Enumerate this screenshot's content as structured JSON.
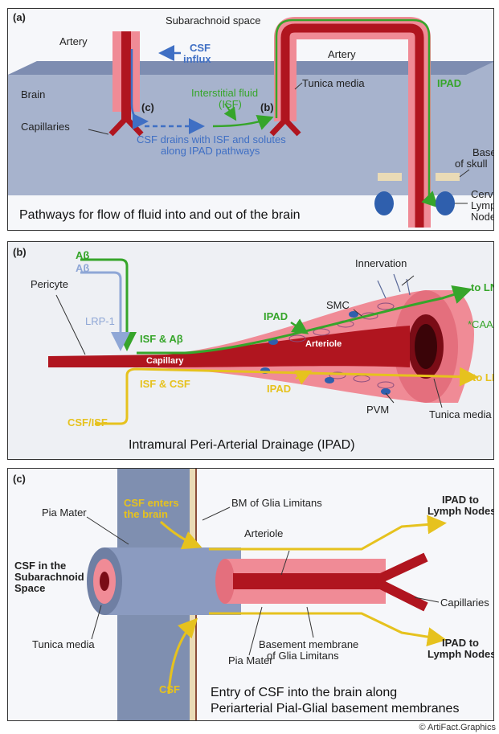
{
  "panel_a": {
    "label": "(a)",
    "subarachnoid": "Subarachnoid space",
    "artery_left": "Artery",
    "csf_influx_1": "CSF",
    "csf_influx_2": "influx",
    "artery_right": "Artery",
    "brain": "Brain",
    "isf_1": "Interstitial fluid",
    "isf_2": "(ISF)",
    "tunica_media": "Tunica media",
    "ipad": "IPAD",
    "marker_c": "(c)",
    "marker_b": "(b)",
    "capillaries": "Capillaries",
    "drain_1": "CSF drains with ISF and solutes",
    "drain_2": "along IPAD pathways",
    "base_1": "Base",
    "base_2": "of skull",
    "lymph_1": "Cervical",
    "lymph_2": "Lymph",
    "lymph_3": "Nodes",
    "caption": "Pathways for flow of fluid into and out of the brain"
  },
  "panel_b": {
    "label": "(b)",
    "abeta_green": "Aβ",
    "abeta_blue": "Aβ",
    "pericyte": "Pericyte",
    "innervation": "Innervation",
    "to_ln_top": "to LN",
    "smc": "SMC",
    "ipad_top": "IPAD",
    "caa": "*CAA",
    "lrp1": "LRP-1",
    "isf_abeta": "ISF & Aβ",
    "capillary": "Capillary",
    "arteriole": "Arteriole",
    "isf_csf": "ISF & CSF",
    "ipad_bottom": "IPAD",
    "to_ln_bottom": "to LN",
    "pvm": "PVM",
    "tunica_media": "Tunica media",
    "csf_isf": "CSF/ISF",
    "caption": "Intramural Peri-Arterial Drainage (IPAD)"
  },
  "panel_c": {
    "label": "(c)",
    "pia_mater_top": "Pia Mater",
    "csf_enters_1": "CSF enters",
    "csf_enters_2": "the brain",
    "bm_glia": "BM of Glia Limitans",
    "ipad_top_1": "IPAD to",
    "ipad_top_2": "Lymph Nodes",
    "arteriole": "Arteriole",
    "csf_sub_1": "CSF in the",
    "csf_sub_2": "Subarachnoid",
    "csf_sub_3": "Space",
    "capillaries": "Capillaries",
    "tunica_media": "Tunica media",
    "pia_mater_bottom": "Pia Mater",
    "basement_1": "Basement membrane",
    "basement_2": "of Glia Limitans",
    "ipad_bottom_1": "IPAD to",
    "ipad_bottom_2": "Lymph Nodes",
    "csf": "CSF",
    "caption_1": "Entry of CSF into the brain along",
    "caption_2": "Periarterial Pial-Glial basement membranes"
  },
  "credit": "© ArtiFact.Graphics",
  "colors": {
    "artery_dark": "#b0151f",
    "artery_pink": "#f08b96",
    "brain_blue": "#8494b8",
    "ipad_green": "#36a52a",
    "csf_blue": "#3f6fc4",
    "csf_yellow": "#e6c21e",
    "lymph_node": "#2f5fad"
  }
}
